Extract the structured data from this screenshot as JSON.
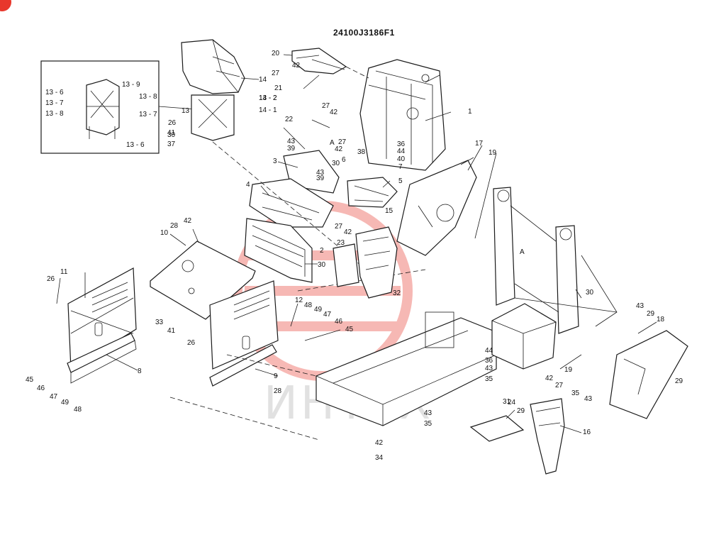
{
  "drawing": {
    "code": "24100J3186F1",
    "watermark_text": "ИНТЕХ",
    "accent_color": "#e8372c"
  },
  "callouts": [
    {
      "id": "c1",
      "text": "1"
    },
    {
      "id": "c2",
      "text": "2"
    },
    {
      "id": "c3",
      "text": "3"
    },
    {
      "id": "c4",
      "text": "4"
    },
    {
      "id": "c5",
      "text": "5"
    },
    {
      "id": "c6",
      "text": "6"
    },
    {
      "id": "c7",
      "text": "7"
    },
    {
      "id": "c8",
      "text": "8"
    },
    {
      "id": "c9",
      "text": "9"
    },
    {
      "id": "c10",
      "text": "10"
    },
    {
      "id": "c11",
      "text": "11"
    },
    {
      "id": "c12",
      "text": "12"
    },
    {
      "id": "c13",
      "text": "13"
    },
    {
      "id": "c13_2",
      "text": "13 - 2"
    },
    {
      "id": "c13_6a",
      "text": "13 - 6"
    },
    {
      "id": "c13_6b",
      "text": "13 - 6"
    },
    {
      "id": "c13_7a",
      "text": "13 - 7"
    },
    {
      "id": "c13_7b",
      "text": "13 - 7"
    },
    {
      "id": "c13_8a",
      "text": "13 - 8"
    },
    {
      "id": "c13_8b",
      "text": "13 - 8"
    },
    {
      "id": "c13_9",
      "text": "13 - 9"
    },
    {
      "id": "c14",
      "text": "14"
    },
    {
      "id": "c14_1",
      "text": "14 - 1"
    },
    {
      "id": "c14_2",
      "text": "14 - 2"
    },
    {
      "id": "c15",
      "text": "15"
    },
    {
      "id": "c16",
      "text": "16"
    },
    {
      "id": "c17",
      "text": "17"
    },
    {
      "id": "c18",
      "text": "18"
    },
    {
      "id": "c19a",
      "text": "19"
    },
    {
      "id": "c19b",
      "text": "19"
    },
    {
      "id": "c20",
      "text": "20"
    },
    {
      "id": "c21",
      "text": "21"
    },
    {
      "id": "c22",
      "text": "22"
    },
    {
      "id": "c23",
      "text": "23"
    },
    {
      "id": "c24",
      "text": "24"
    },
    {
      "id": "c26a",
      "text": "26"
    },
    {
      "id": "c26b",
      "text": "26"
    },
    {
      "id": "c26c",
      "text": "26"
    },
    {
      "id": "c27a",
      "text": "27"
    },
    {
      "id": "c27b",
      "text": "27"
    },
    {
      "id": "c27c",
      "text": "27"
    },
    {
      "id": "c27d",
      "text": "27"
    },
    {
      "id": "c27e",
      "text": "27"
    },
    {
      "id": "c28a",
      "text": "28"
    },
    {
      "id": "c28b",
      "text": "28"
    },
    {
      "id": "c29a",
      "text": "29"
    },
    {
      "id": "c29b",
      "text": "29"
    },
    {
      "id": "c29c",
      "text": "29"
    },
    {
      "id": "c30a",
      "text": "30"
    },
    {
      "id": "c30b",
      "text": "30"
    },
    {
      "id": "c30c",
      "text": "30"
    },
    {
      "id": "c30d",
      "text": "30"
    },
    {
      "id": "c31",
      "text": "31"
    },
    {
      "id": "c32",
      "text": "32"
    },
    {
      "id": "c33",
      "text": "33"
    },
    {
      "id": "c34",
      "text": "34"
    },
    {
      "id": "c35a",
      "text": "35"
    },
    {
      "id": "c35b",
      "text": "35"
    },
    {
      "id": "c35c",
      "text": "35"
    },
    {
      "id": "c36a",
      "text": "36"
    },
    {
      "id": "c36b",
      "text": "36"
    },
    {
      "id": "c37",
      "text": "37"
    },
    {
      "id": "c38",
      "text": "38"
    },
    {
      "id": "c39a",
      "text": "39"
    },
    {
      "id": "c39b",
      "text": "39"
    },
    {
      "id": "c40",
      "text": "40"
    },
    {
      "id": "c41a",
      "text": "41"
    },
    {
      "id": "c41b",
      "text": "41"
    },
    {
      "id": "c42a",
      "text": "42"
    },
    {
      "id": "c42b",
      "text": "42"
    },
    {
      "id": "c42c",
      "text": "42"
    },
    {
      "id": "c42d",
      "text": "42"
    },
    {
      "id": "c42e",
      "text": "42"
    },
    {
      "id": "c42f",
      "text": "42"
    },
    {
      "id": "c42g",
      "text": "42"
    },
    {
      "id": "c43a",
      "text": "43"
    },
    {
      "id": "c43b",
      "text": "43"
    },
    {
      "id": "c43c",
      "text": "43"
    },
    {
      "id": "c43d",
      "text": "43"
    },
    {
      "id": "c43e",
      "text": "43"
    },
    {
      "id": "c43f",
      "text": "43"
    },
    {
      "id": "c44a",
      "text": "44"
    },
    {
      "id": "c44b",
      "text": "44"
    },
    {
      "id": "c45a",
      "text": "45"
    },
    {
      "id": "c45b",
      "text": "45"
    },
    {
      "id": "c46a",
      "text": "46"
    },
    {
      "id": "c46b",
      "text": "46"
    },
    {
      "id": "c47a",
      "text": "47"
    },
    {
      "id": "c47b",
      "text": "47"
    },
    {
      "id": "c48a",
      "text": "48"
    },
    {
      "id": "c48b",
      "text": "48"
    },
    {
      "id": "c49a",
      "text": "49"
    },
    {
      "id": "c49b",
      "text": "49"
    },
    {
      "id": "cA1",
      "text": "A"
    },
    {
      "id": "cA2",
      "text": "A"
    }
  ]
}
